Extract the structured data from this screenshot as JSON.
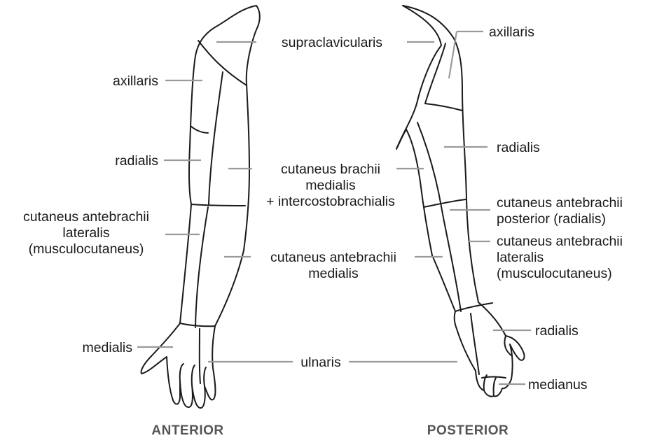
{
  "title": "",
  "views": {
    "anterior": "ANTERIOR",
    "posterior": "POSTERIOR"
  },
  "labels": {
    "supraclavicularis": "supraclavicularis",
    "ant_axillaris": "axillaris",
    "ant_radialis": "radialis",
    "brachii_1": "cutaneus brachii",
    "brachii_2": "medialis",
    "brachii_3": "+ intercostobrachialis",
    "ant_lat_1": "cutaneus antebrachii",
    "ant_lat_2": "lateralis",
    "ant_lat_3": "(musculocutaneus)",
    "ant_med_1": "cutaneus antebrachii",
    "ant_med_2": "medialis",
    "ant_medialis": "medialis",
    "ulnaris": "ulnaris",
    "post_axillaris": "axillaris",
    "post_radialis": "radialis",
    "post_post_1": "cutaneus antebrachii",
    "post_post_2": "posterior (radialis)",
    "post_lat_1": "cutaneus antebrachii",
    "post_lat_2": "lateralis",
    "post_lat_3": "(musculocutaneus)",
    "hand_radialis": "radialis",
    "medianus": "medianus"
  },
  "colors": {
    "outline": "#1a1a1a",
    "leader": "#9a9a9a",
    "view_label": "#555555"
  }
}
